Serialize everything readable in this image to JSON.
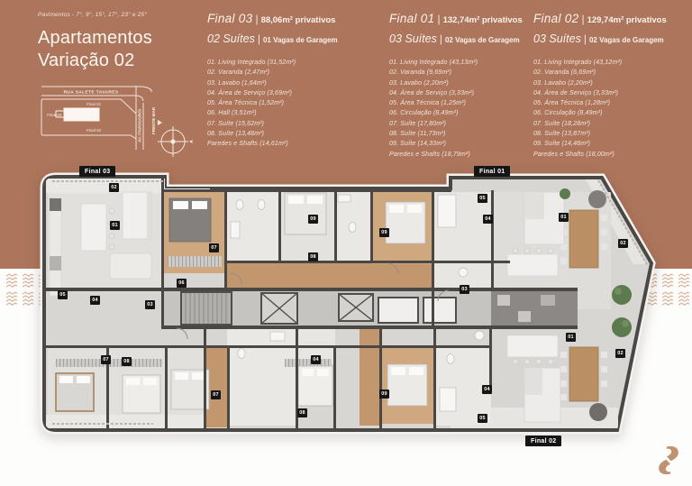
{
  "colors": {
    "brand_brown": "#ad765c",
    "pattern_brown": "#d8ad92",
    "badge_bg": "#161616",
    "wood": "#c2976e",
    "logo_tan": "#c0926f",
    "page_bg": "#fdfdfc"
  },
  "header": {
    "pavimentos": "Pavimentos - 7°, 9°, 15°, 17°, 23° e 25°",
    "title_line1": "Apartamentos",
    "title_line2": "Variação 02",
    "separator": "|",
    "site": {
      "street_top": "RUA SALETE TAVARES",
      "street_right": "AV. ITAPOCORÓI",
      "front": "FRENTE MAR",
      "unit_top": "Final 01",
      "unit_left": "Final 03",
      "unit_bottom": "Final 02"
    },
    "columns": [
      {
        "final": "Final 03",
        "area": "88,06m² privativos",
        "suites": "02 Suítes",
        "vagas": "01 Vagas de Garagem",
        "items": [
          "01. Living Integrado (31,52m²)",
          "02. Varanda (2,47m²)",
          "03. Lavabo (1,64m²)",
          "04. Área de Serviço (3,69m²)",
          "05. Área Técnica (1,52m²)",
          "06. Hall (3,51m²)",
          "07. Suíte (15,62m²)",
          "08. Suíte (13,48m²)",
          "Paredes e Shafts (14,61m²)"
        ]
      },
      {
        "final": "Final 01",
        "area": "132,74m² privativos",
        "suites": "03 Suítes",
        "vagas": "02 Vagas de Garagem",
        "items": [
          "01. Living Integrado (43,13m²)",
          "02. Varanda (9,69m²)",
          "03. Lavabo (2,20m²)",
          "04. Área de Serviço (3,33m²)",
          "05. Área Técnica (1,25m²)",
          "06. Circulação (8,49m²)",
          "07. Suíte (17,80m²)",
          "08. Suíte (11,73m²)",
          "09. Suíte (14,33m²)",
          "Paredes e Shafts (18,79m²)"
        ]
      },
      {
        "final": "Final 02",
        "area": "129,74m² privativos",
        "suites": "03 Suítes",
        "vagas": "02 Vagas de Garagem",
        "items": [
          "01. Living Integrado (43,12m²)",
          "02. Varanda (6,69m²)",
          "03. Lavabo (2,20m²)",
          "04. Área de Serviço (3,33m²)",
          "05. Área Técnica (1,28m²)",
          "06. Circulação (8,49m²)",
          "07. Suíte (18,28m²)",
          "08. Suíte (13,87m²)",
          "09. Suíte (14,48m²)",
          "Paredes e Shafts (18,00m²)"
        ]
      }
    ]
  },
  "plan": {
    "unit_labels": [
      {
        "text": "Final 03"
      },
      {
        "text": "Final 01"
      },
      {
        "text": "Final 02"
      }
    ],
    "badges": [
      {
        "n": "02"
      },
      {
        "n": "01"
      },
      {
        "n": "07"
      },
      {
        "n": "09"
      },
      {
        "n": "08"
      },
      {
        "n": "06"
      },
      {
        "n": "05"
      },
      {
        "n": "04"
      },
      {
        "n": "03"
      },
      {
        "n": "09"
      },
      {
        "n": "05"
      },
      {
        "n": "04"
      },
      {
        "n": "01"
      },
      {
        "n": "02"
      },
      {
        "n": "03"
      },
      {
        "n": "07"
      },
      {
        "n": "08"
      },
      {
        "n": "07"
      },
      {
        "n": "04"
      },
      {
        "n": "08"
      },
      {
        "n": "09"
      },
      {
        "n": "04"
      },
      {
        "n": "05"
      },
      {
        "n": "01"
      },
      {
        "n": "02"
      }
    ]
  }
}
